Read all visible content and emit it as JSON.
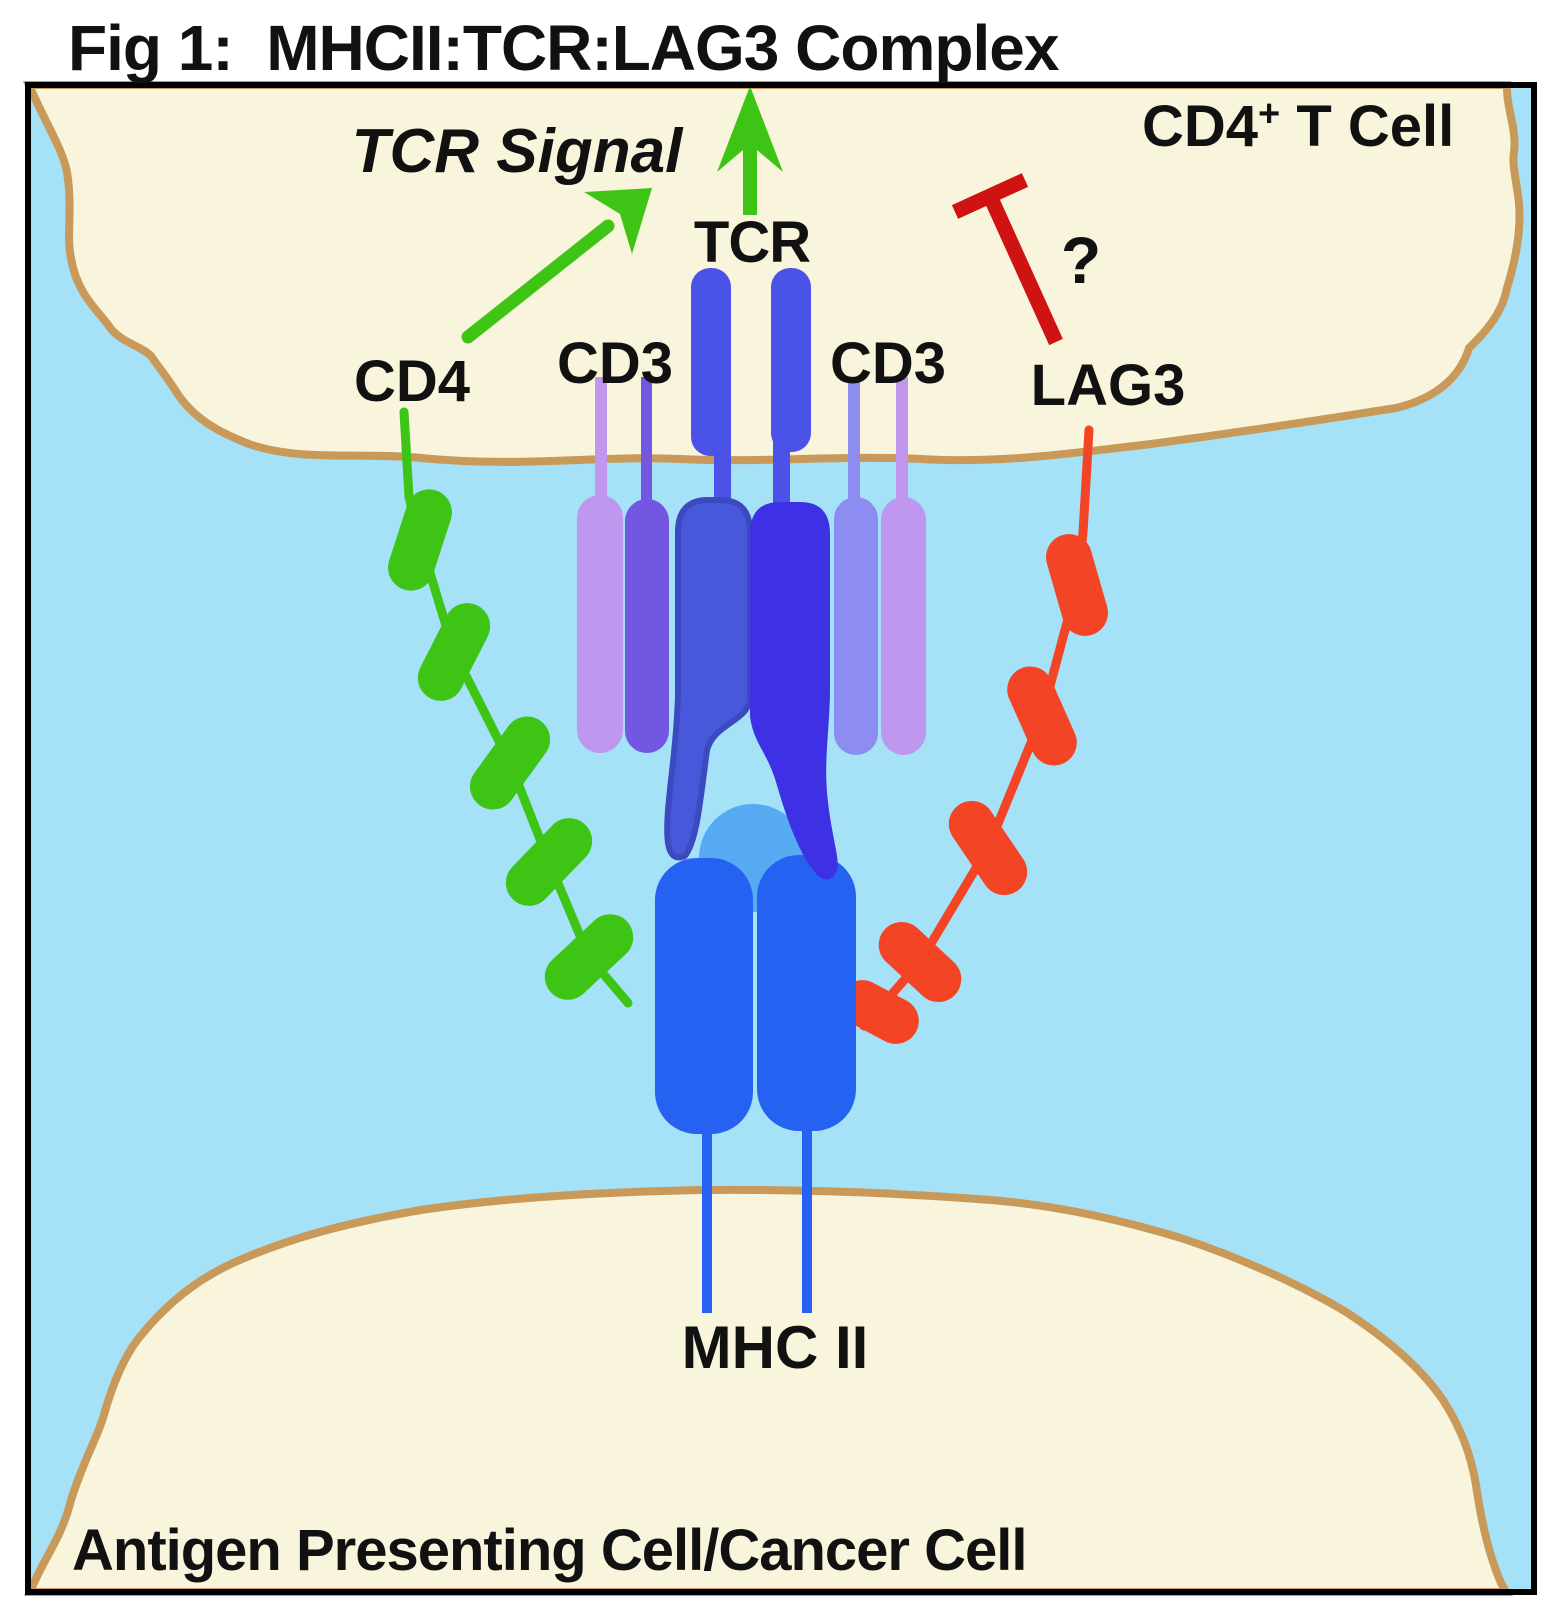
{
  "figure": {
    "title": "Fig 1:  MHCII:TCR:LAG3 Complex"
  },
  "cells": {
    "t_cell": {
      "name_prefix": "CD4",
      "name_sup": "+",
      "name_suffix": " T Cell"
    },
    "apc": {
      "label": "Antigen Presenting Cell/Cancer Cell"
    }
  },
  "signals": {
    "tcr_signal_label": "TCR Signal",
    "inhibition_question": "?"
  },
  "molecules": {
    "tcr_label": "TCR",
    "cd3_left_label": "CD3",
    "cd3_right_label": "CD3",
    "cd4_label": "CD4",
    "lag3_label": "LAG3",
    "mhc2_label": "MHC II"
  },
  "colors": {
    "extracellular": "#a5e2f8",
    "cytoplasm": "#f8f5dc",
    "membrane": "#c9995a",
    "frame": "#000000",
    "green": "#3dc414",
    "red_chain": "#f44426",
    "inhibit_red": "#ce1312",
    "tcr_stalk": "#4a52e8",
    "tcr_alpha": "#4758da",
    "tcr_alpha_stroke": "#3c49c0",
    "tcr_beta": "#3e31e4",
    "cd3_lavender": "#bf97ee",
    "cd3_purple": "#7356e2",
    "cd3_periwinkle": "#8d8cf0",
    "mhc_blue": "#2562f2",
    "peptide": "#55aaf2",
    "text": "#111111"
  }
}
